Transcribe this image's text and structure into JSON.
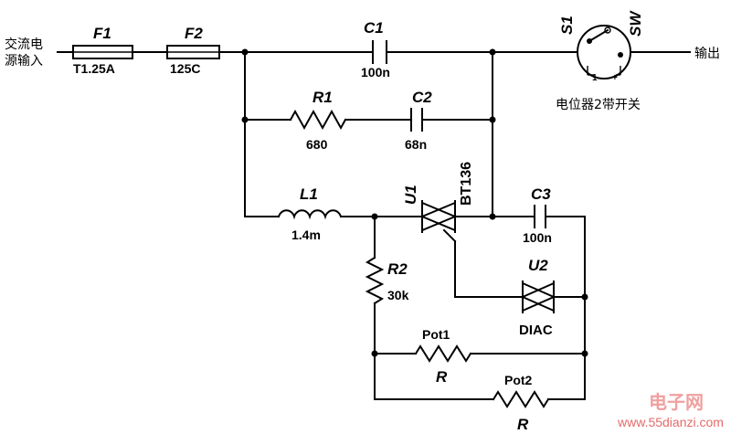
{
  "labels": {
    "input_line1": "交流电",
    "input_line2": "源输入",
    "output": "输出",
    "pot_switch": "电位器2带开关"
  },
  "components": {
    "F1": {
      "name": "F1",
      "value": "T1.25A"
    },
    "F2": {
      "name": "F2",
      "value": "125C"
    },
    "C1": {
      "name": "C1",
      "value": "100n"
    },
    "R1": {
      "name": "R1",
      "value": "680"
    },
    "C2": {
      "name": "C2",
      "value": "68n"
    },
    "L1": {
      "name": "L1",
      "value": "1.4m"
    },
    "U1": {
      "name": "U1",
      "part": "BT136"
    },
    "C3": {
      "name": "C3",
      "value": "100n"
    },
    "R2": {
      "name": "R2",
      "value": "30k"
    },
    "U2": {
      "name": "U2",
      "part": "DIAC"
    },
    "Pot1": {
      "name": "Pot1",
      "value": "R"
    },
    "Pot2": {
      "name": "Pot2",
      "value": "R"
    },
    "S1": {
      "name": "S1",
      "pin_a": "1",
      "pin_b": "+"
    },
    "SW": {
      "name": "SW"
    }
  },
  "watermark": {
    "logo": "电子网",
    "url": "www.55dianzi.com"
  },
  "colors": {
    "line": "#000000",
    "watermark": "#e56a6a"
  }
}
